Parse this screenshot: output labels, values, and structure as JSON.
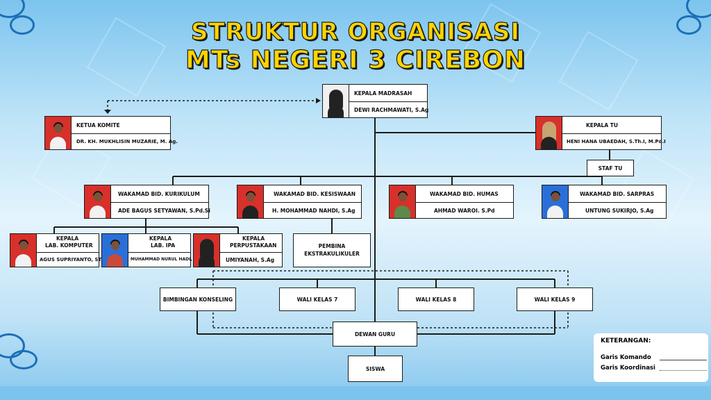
{
  "title": {
    "line1": "STRUKTUR ORGANISASI",
    "line2": "MTs NEGERI 3 CIREBON"
  },
  "kepala_madrasah": {
    "role": "KEPALA MADRASAH",
    "name": "DEWI RACHMAWATI, S.Ag"
  },
  "ketua_komite": {
    "role": "KETUA KOMITE",
    "name": "DR.  KH.  MUKHLISIN MUZARIE,  M. Ag."
  },
  "kepala_tu": {
    "role": "KEPALA TU",
    "name": "HENI HANA UBAEDAH, S.Th.I, M.Pd.I"
  },
  "staf_tu": "STAF TU",
  "wakamad": [
    {
      "role": "WAKAMAD BID. KURIKULUM",
      "name": "ADE BAGUS SETYAWAN, S.Pd.Si"
    },
    {
      "role": "WAKAMAD BID.  KESISWAAN",
      "name": "H. MOHAMMAD NAHDI, S.Ag"
    },
    {
      "role": "WAKAMAD BID. HUMAS",
      "name": "AHMAD WAROI. S.Pd"
    },
    {
      "role": "WAKAMAD BID. SARPRAS",
      "name": "UNTUNG SUKIRJO, S.Ag"
    }
  ],
  "kepala_unit": [
    {
      "role_l1": "KEPALA",
      "role_l2": "LAB. KOMPUTER",
      "name": "AGUS SUPRIYANTO, ST"
    },
    {
      "role_l1": "KEPALA",
      "role_l2": "LAB. IPA",
      "name": "MUHAMMAD NURUL HADI, S.Si"
    },
    {
      "role_l1": "KEPALA",
      "role_l2": "PERPUSTAKAAN",
      "name": "UMIYANAH, S.Ag"
    }
  ],
  "pembina": {
    "l1": "PEMBINA",
    "l2": "EKSTRAKULIKULER"
  },
  "units": [
    "BIMBINGAN KONSELING",
    "WALI KELAS 7",
    "WALI KELAS 8",
    "WALI KELAS 9"
  ],
  "dewan_guru": "DEWAN GURU",
  "siswa": "SISWA",
  "legend": {
    "heading": "KETERANGAN:",
    "komando": "Garis Komando",
    "koordinasi": "Garis Koordinasi"
  }
}
